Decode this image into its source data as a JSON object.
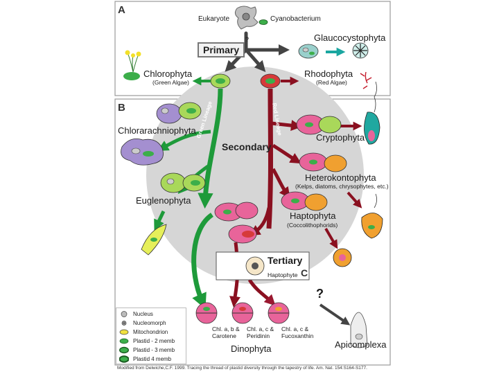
{
  "panels": {
    "a": "A",
    "b": "B",
    "c": "C"
  },
  "hosts": {
    "eukaryote": "Eukaryote",
    "cyanobacterium": "Cyanobacterium"
  },
  "stages": {
    "primary": "Primary",
    "secondary": "Secondary",
    "tertiary": "Tertiary",
    "primary_q": "?"
  },
  "lineages": {
    "green": "Green Lineage",
    "red": "Red Lineage"
  },
  "taxa": {
    "glaucocystophyta": "Glaucocystophyta",
    "chlorophyta": "Chlorophyta",
    "chlorophyta_sub": "(Green Algae)",
    "rhodophyta": "Rhodophyta",
    "rhodophyta_sub": "(Red Algae)",
    "chlorarachniophyta": "Chlorarachniophyta",
    "cryptophyta": "Cryptophyta",
    "heterokontophyta": "Heterokontophyta",
    "heterokontophyta_sub": "(Kelps, diatoms, chrysophytes, etc.)",
    "euglenophyta": "Euglenophyta",
    "haptophyta": "Haptophyta",
    "haptophyta_sub": "(Coccolithophorids)",
    "haptophyte": "Haptophyte",
    "dinophyta": "Dinophyta",
    "apicomplexa": "Apicomplexa",
    "apicomplexa_q": "?"
  },
  "dino_pigments": [
    {
      "line1": "Chl. a, b &",
      "line2": "Carotene"
    },
    {
      "line1": "Chl. a, c &",
      "line2": "Peridinin"
    },
    {
      "line1": "Chl. a, c &",
      "line2": "Fucoxanthin"
    }
  ],
  "legend": [
    {
      "label": "Nucleus",
      "icon": "nucleus-icon"
    },
    {
      "label": "Nucleomorph",
      "icon": "nucleomorph-icon"
    },
    {
      "label": "Mitochondrion",
      "icon": "mitochondrion-icon"
    },
    {
      "label": "Plastid - 2 memb",
      "icon": "plastid-2-icon"
    },
    {
      "label": "Plastid - 3 memb",
      "icon": "plastid-3-icon"
    },
    {
      "label": "Plastid   4 memb",
      "icon": "plastid-4-icon"
    }
  ],
  "citation": "Modified from Delwiche,C.F. 1999. Tracing the thread of plastid diversity through the tapestry of life. Am. Nat. 154:S164-S177.",
  "colors": {
    "green_arrow": "#1e9a3a",
    "red_arrow": "#8a1020",
    "grey_arrow": "#444444",
    "teal_arrow": "#1aa6a0",
    "secondary_bg": "#d6d6d6",
    "plastid_green": "#3cae4a",
    "host_pink": "#e8649a",
    "host_purple": "#9a88c8",
    "cell_red": "#d63a3a",
    "cell_orange": "#f0a030"
  }
}
